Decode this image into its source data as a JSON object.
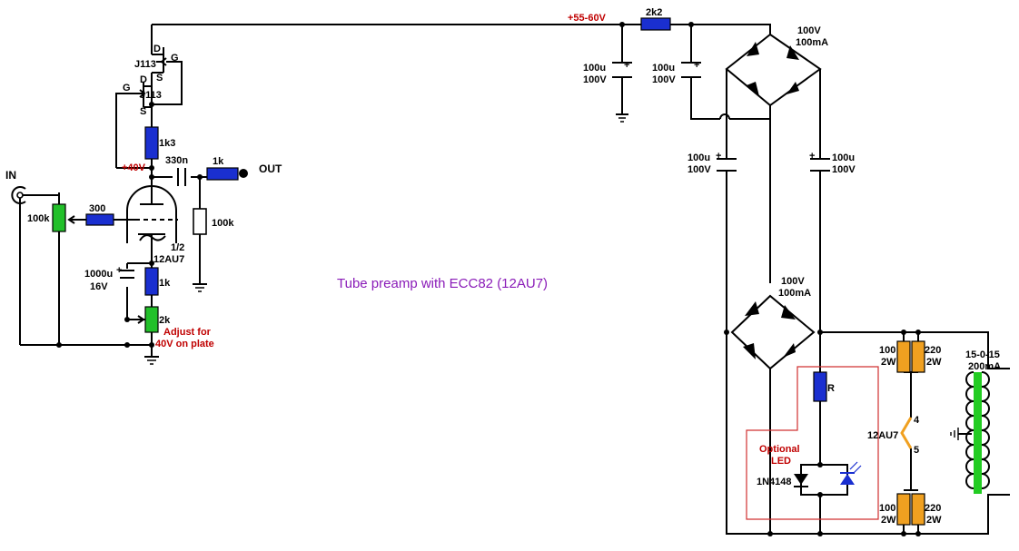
{
  "title": "Tube preamp with ECC82 (12AU7)",
  "colors": {
    "wire": "#000000",
    "resistor_blue": "#1a2fd0",
    "pot_green": "#22c02a",
    "resistor_orange": "#f0a020",
    "transformer_green": "#22cc22",
    "red_text": "#c00000",
    "title_purple": "#8a1cb8",
    "led_box": "#d03030"
  },
  "labels": {
    "in": "IN",
    "out": "OUT",
    "v_plus_55_60": "+55-60V",
    "v_plus_40": "+40V",
    "r_2k2": "2k2",
    "r_1k3": "1k3",
    "r_1k_out": "1k",
    "r_1k_cathode": "1k",
    "r_100k_grid": "100k",
    "pot_100k": "100k",
    "r_300": "300",
    "c_330n": "330n",
    "tube_half": "1/2",
    "tube_type": "12AU7",
    "c_1000u": "1000u",
    "c_1000u_v": "16V",
    "pot_2k": "2k",
    "adjust_1": "Adjust for",
    "adjust_2": "40V on plate",
    "jfet_top": "J113",
    "jfet_bottom": "J113",
    "pin_d": "D",
    "pin_s": "S",
    "pin_g": "G",
    "c_100u_a": "100u",
    "c_100u_a_v": "100V",
    "c_100u_b": "100u",
    "c_100u_b_v": "100V",
    "c_100u_c": "100u",
    "c_100u_c_v": "100V",
    "c_100u_d": "100u",
    "c_100u_d_v": "100V",
    "bridge_top_v": "100V",
    "bridge_top_i": "100mA",
    "bridge_bot_v": "100V",
    "bridge_bot_i": "100mA",
    "r_led": "R",
    "optional_1": "Optional",
    "optional_2": "LED",
    "diode": "1N4148",
    "r_100_top": "100",
    "r_100_top_w": "2W",
    "r_220_top": "220",
    "r_220_top_w": "2W",
    "r_100_bot": "100",
    "r_100_bot_w": "2W",
    "r_220_bot": "220",
    "r_220_bot_w": "2W",
    "heater_tube": "12AU7",
    "pin_4": "4",
    "pin_5": "5",
    "xfmr_1": "15-0-15",
    "xfmr_2": "200mA",
    "plus": "+"
  }
}
